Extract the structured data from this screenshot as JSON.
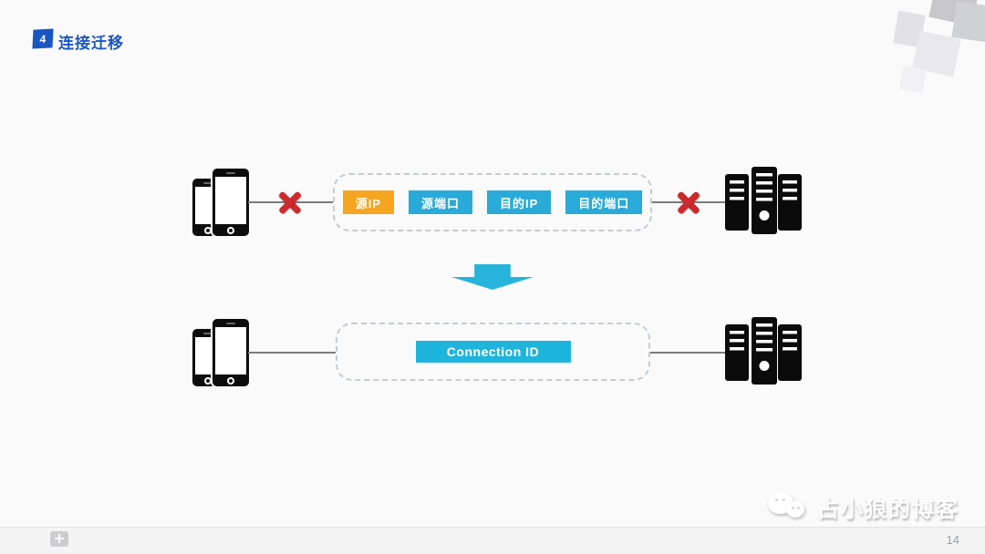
{
  "header": {
    "badge": "4",
    "title": "连接迁移"
  },
  "diagram_before": {
    "tags": [
      {
        "text": "源IP",
        "color": "#f5a521"
      },
      {
        "text": "源端口",
        "color": "#29aad8"
      },
      {
        "text": "目的IP",
        "color": "#29aad8"
      },
      {
        "text": "目的端口",
        "color": "#29aad8"
      }
    ]
  },
  "diagram_after": {
    "tag": "Connection ID",
    "color": "#1fb4dc"
  },
  "watermark": {
    "text": "占小狼的博客"
  },
  "footer": {
    "page_number": "14"
  },
  "colors": {
    "accent_blue": "#1a55c4",
    "tag_orange": "#f5a521",
    "tag_cyan": "#29aad8",
    "arrow_cyan": "#26b4dc",
    "error_red": "#cb2a2e",
    "dashed_border": "#c3cdd3"
  }
}
